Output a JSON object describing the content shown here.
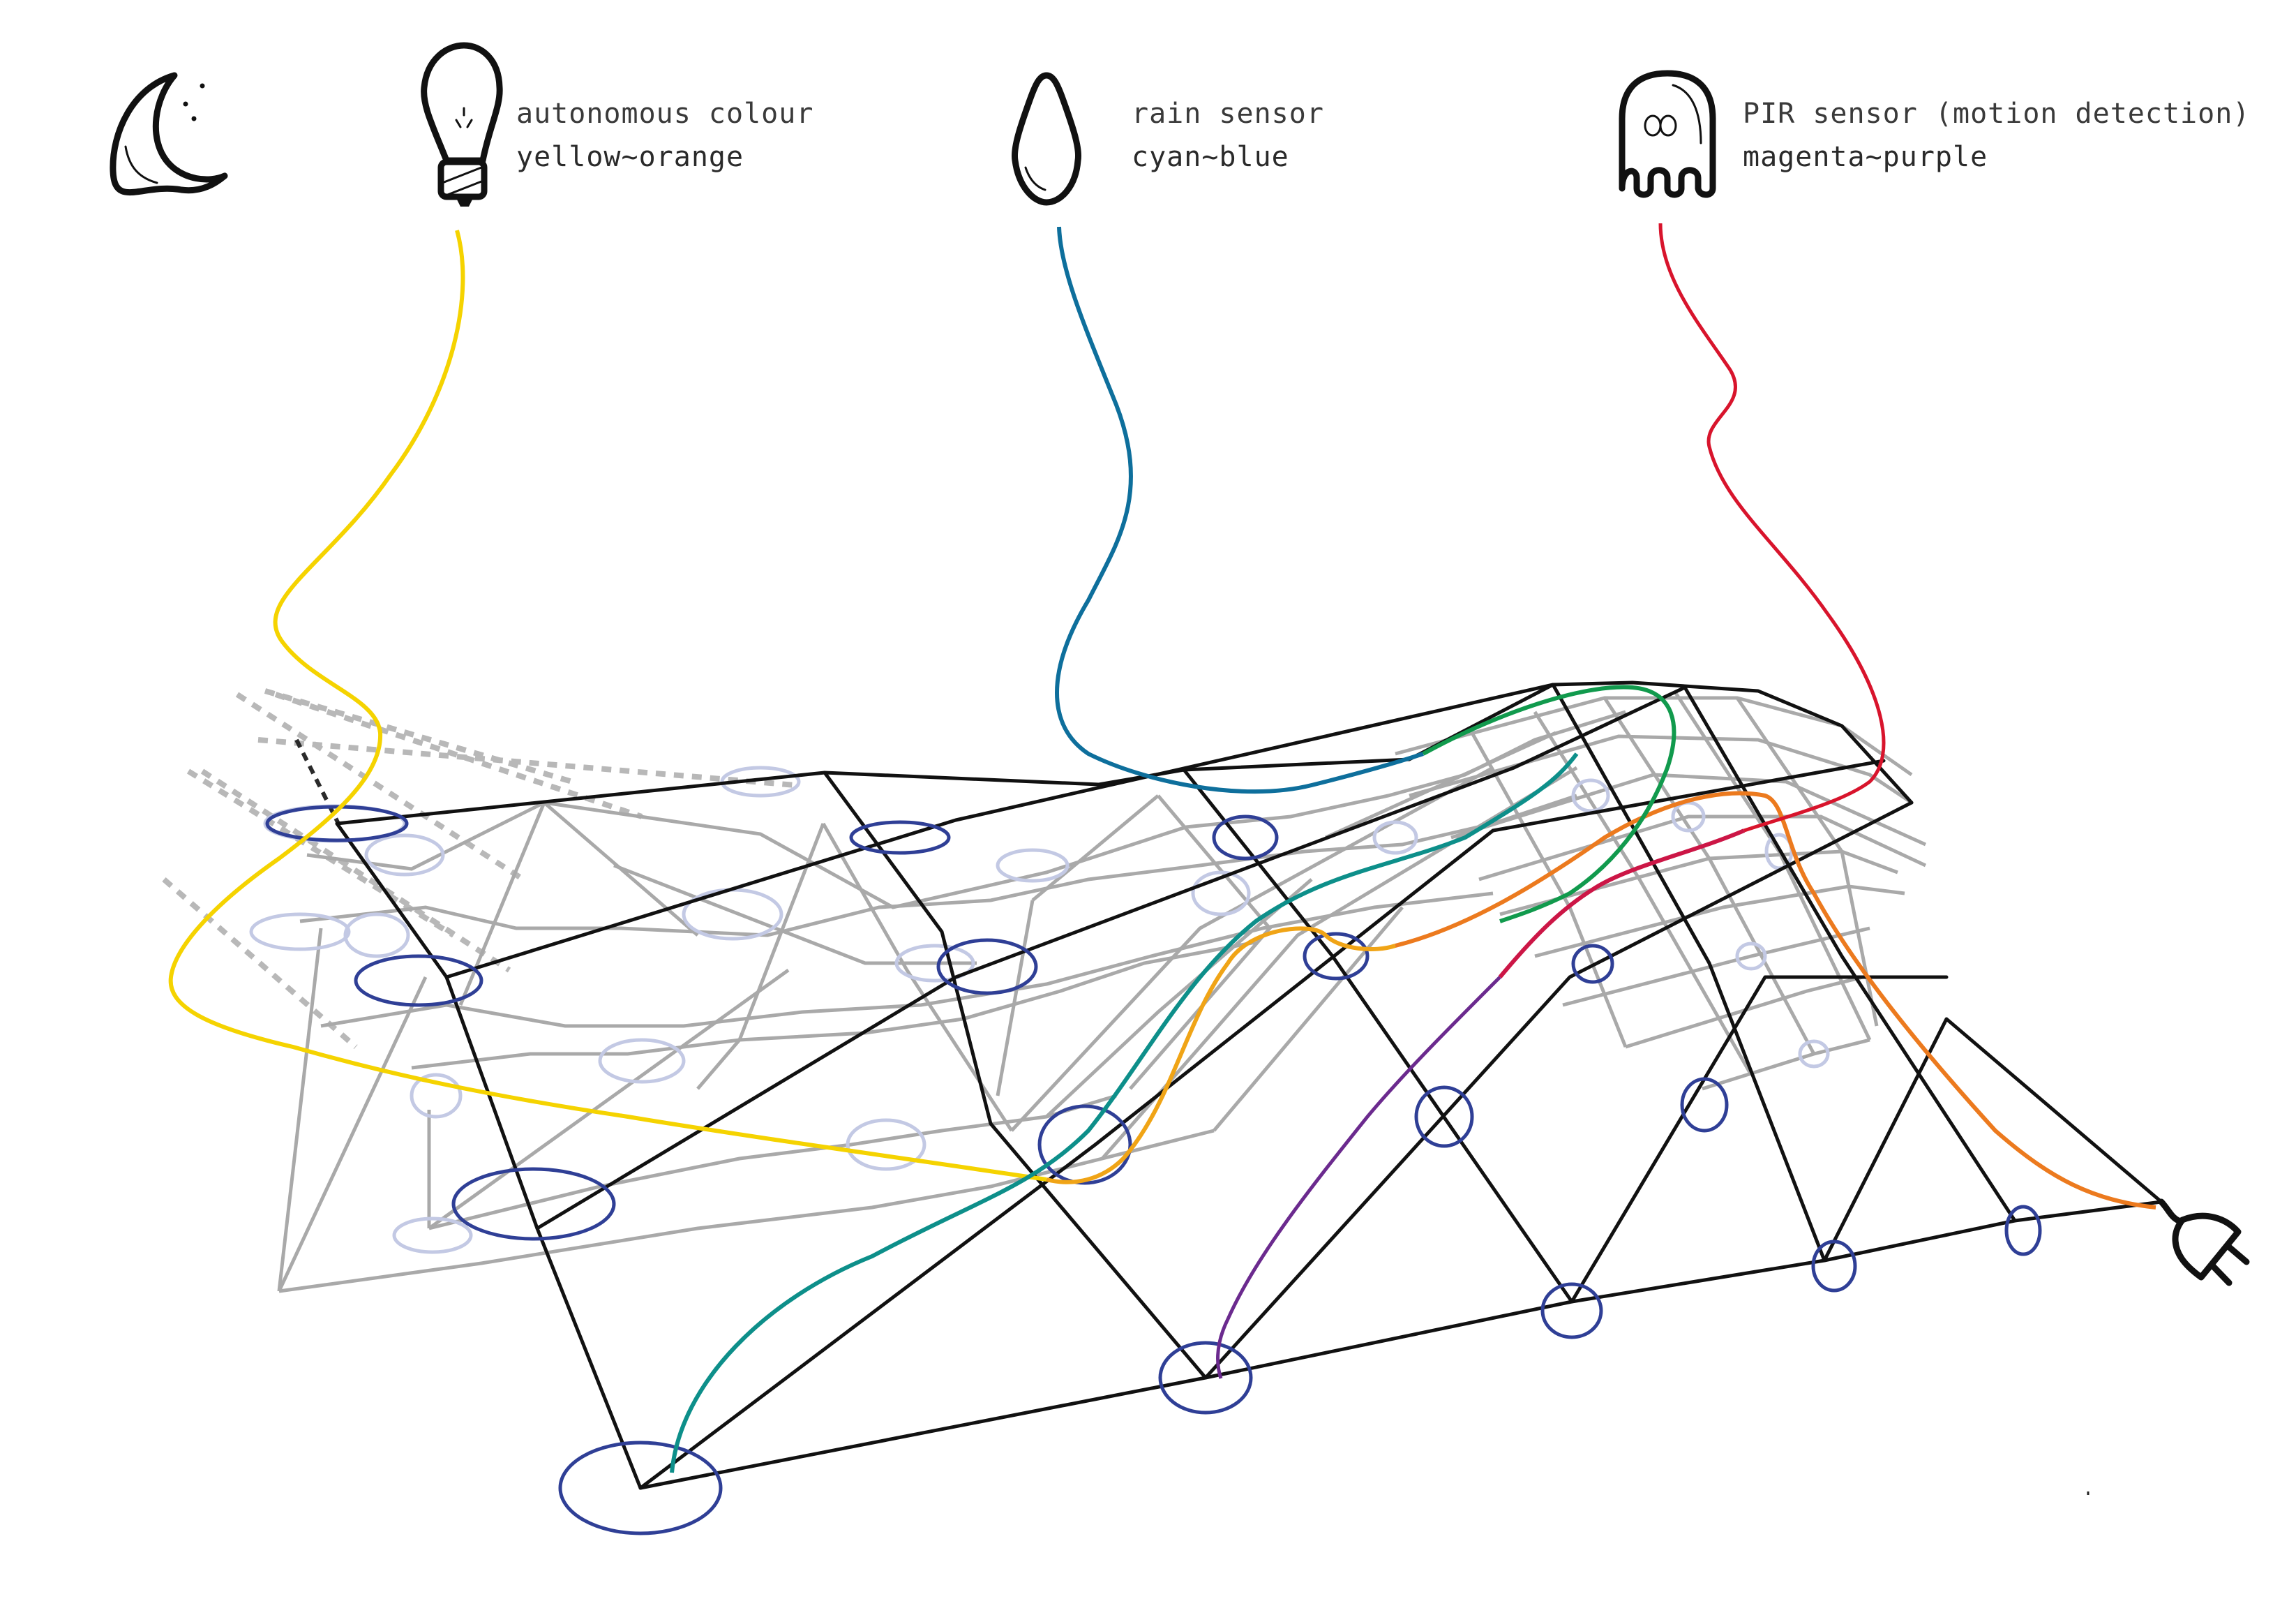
{
  "legend": {
    "night": {
      "icon": "moon-icon"
    },
    "autonomous": {
      "icon": "lightbulb-icon",
      "title": "autonomous colour",
      "colors": "yellow~orange",
      "wire_color": "#f5d300"
    },
    "rain": {
      "icon": "raindrop-icon",
      "title": "rain sensor",
      "colors": "cyan~blue",
      "wire_color": "#0e6f9c"
    },
    "pir": {
      "icon": "ghost-icon",
      "title": "PIR sensor (motion detection)",
      "colors": "magenta~purple",
      "wire_color": "#cc1646"
    }
  },
  "structure": {
    "frame_color": "#111111",
    "mesh_color": "#a9a9a9",
    "node_ring_color": "#2f3f96",
    "node_ring_light_color": "#c3c9e4"
  },
  "power": {
    "icon": "power-plug-icon"
  },
  "wires": [
    {
      "name": "yellow-wire",
      "color": "#f5d300"
    },
    {
      "name": "orange-yellow-wire",
      "color": "#f0a416"
    },
    {
      "name": "orange-wire",
      "color": "#ec7a1e"
    },
    {
      "name": "green-wire",
      "color": "#119a4d"
    },
    {
      "name": "teal-wire",
      "color": "#0d8f8a"
    },
    {
      "name": "blue-wire",
      "color": "#0e6f9c"
    },
    {
      "name": "red-wire",
      "color": "#d8142c"
    },
    {
      "name": "magenta-wire",
      "color": "#cc1646"
    },
    {
      "name": "purple-wire",
      "color": "#6b2a8e"
    }
  ]
}
